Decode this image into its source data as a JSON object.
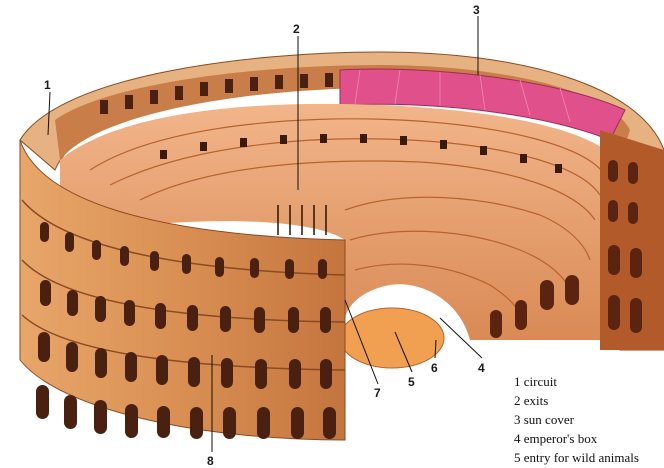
{
  "diagram": {
    "callouts": [
      {
        "id": "1",
        "label": "1"
      },
      {
        "id": "2",
        "label": "2"
      },
      {
        "id": "3",
        "label": "3"
      },
      {
        "id": "4",
        "label": "4"
      },
      {
        "id": "5",
        "label": "5"
      },
      {
        "id": "6",
        "label": "6"
      },
      {
        "id": "7",
        "label": "7"
      },
      {
        "id": "8",
        "label": "8"
      }
    ],
    "legend": [
      "1 circuit",
      "2 exits",
      "3 sun cover",
      "4 emperor's box",
      "5 entry for wild animals"
    ],
    "colors": {
      "stone": "#d9925a",
      "stone_dark": "#b8632e",
      "arch_shadow": "#4a2010",
      "seating": "#e39a68",
      "arena_floor": "#f0a050",
      "sun_cover": "#e0508a"
    }
  }
}
